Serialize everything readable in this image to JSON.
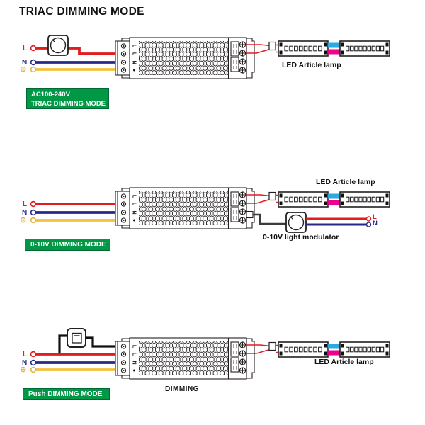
{
  "title": "TRIAC DIMMING MODE",
  "colors": {
    "wire_red": "#e21d1f",
    "wire_blue": "#272a85",
    "wire_yellow": "#f2c13d",
    "badge_green": "#009845",
    "led_link_blue": "#29abe2",
    "led_link_pink": "#ec008c"
  },
  "driver": {
    "terminal_labels": [
      "L",
      "L",
      "N",
      "●"
    ]
  },
  "sections": [
    {
      "badge": [
        "AC100-240V",
        "TRIAC DIMMING MODE"
      ],
      "input_labels": {
        "live": "L",
        "neutral": "N",
        "ground": "⊕"
      },
      "lamp_label": "LED Article lamp"
    },
    {
      "badge": [
        "0-10V DIMMING MODE"
      ],
      "input_labels": {
        "live": "L",
        "neutral": "N",
        "ground": "⊕"
      },
      "lamp_label": "LED Article lamp",
      "modulator_label": "0-10V light modulator",
      "modulator_terminals": {
        "live": "L",
        "neutral": "N"
      }
    },
    {
      "badge": [
        "Push DIMMING MODE"
      ],
      "input_labels": {
        "live": "L",
        "neutral": "N",
        "ground": "⊕"
      },
      "lamp_label": "LED Article lamp",
      "dimming_label": "DIMMING"
    }
  ]
}
